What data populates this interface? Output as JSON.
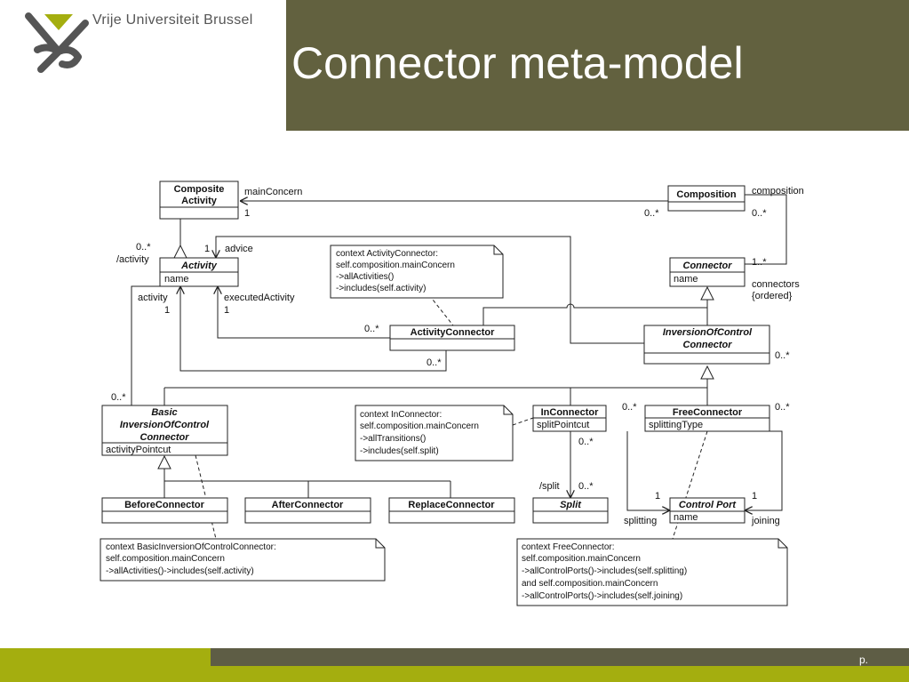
{
  "header": {
    "university": "Vrije Universiteit Brussel",
    "title": "Connector meta-model",
    "colors": {
      "band": "#62613f",
      "logo": "#a4ae0f",
      "footer": "#a4ae0f",
      "footer_dark": "#5e5d45"
    }
  },
  "footer": {
    "page_label": "p."
  },
  "diagram": {
    "classes": {
      "composite_activity": [
        "Composite",
        "Activity"
      ],
      "composition": "Composition",
      "activity": "Activity",
      "activity_attr": "name",
      "connector": "Connector",
      "connector_attr": "name",
      "activity_connector": "ActivityConnector",
      "ioc_connector": [
        "InversionOfControl",
        "Connector"
      ],
      "basic_ioc": [
        "Basic",
        "InversionOfControl",
        "Connector"
      ],
      "basic_ioc_attr": "activityPointcut",
      "in_connector": "InConnector",
      "in_connector_attr": "splitPointcut",
      "free_connector": "FreeConnector",
      "free_connector_attr": "splittingType",
      "before_connector": "BeforeConnector",
      "after_connector": "AfterConnector",
      "replace_connector": "ReplaceConnector",
      "split": "Split",
      "control_port": "Control Port",
      "control_port_attr": "name"
    },
    "labels": {
      "main_concern": "mainConcern",
      "one_a": "1",
      "zero_many_a": "0..*",
      "composition_role": "composition",
      "zero_many_b": "0..*",
      "zero_many_c": "0..*",
      "slash_activity": "/activity",
      "one_b": "1",
      "advice": "advice",
      "one_many": "1..*",
      "connectors": "connectors",
      "ordered": "{ordered}",
      "activity_role": "activity",
      "one_c": "1",
      "executed_activity": "executedActivity",
      "one_d": "1",
      "zero_many_d": "0..*",
      "zero_many_e": "0..*",
      "zero_many_f": "0..*",
      "zero_many_g": "0..*",
      "zero_many_h": "0..*",
      "zero_many_i": "0..*",
      "zero_many_j": "0..*",
      "slash_split": "/split",
      "zero_many_k": "0..*",
      "one_e": "1",
      "one_f": "1",
      "splitting": "splitting",
      "joining": "joining"
    },
    "notes": {
      "activity_connector": [
        "context ActivityConnector:",
        "self.composition.mainConcern",
        "    ->allActivities()",
        "    ->includes(self.activity)"
      ],
      "in_connector": [
        "context InConnector:",
        "self.composition.mainConcern",
        "    ->allTransitions()",
        "    ->includes(self.split)"
      ],
      "basic_ioc": [
        "context BasicInversionOfControlConnector:",
        "self.composition.mainConcern",
        "    ->allActivities()->includes(self.activity)"
      ],
      "free_connector": [
        "context FreeConnector:",
        "self.composition.mainConcern",
        "    ->allControlPorts()->includes(self.splitting)",
        "and self.composition.mainConcern",
        "    ->allControlPorts()->includes(self.joining)"
      ]
    }
  }
}
